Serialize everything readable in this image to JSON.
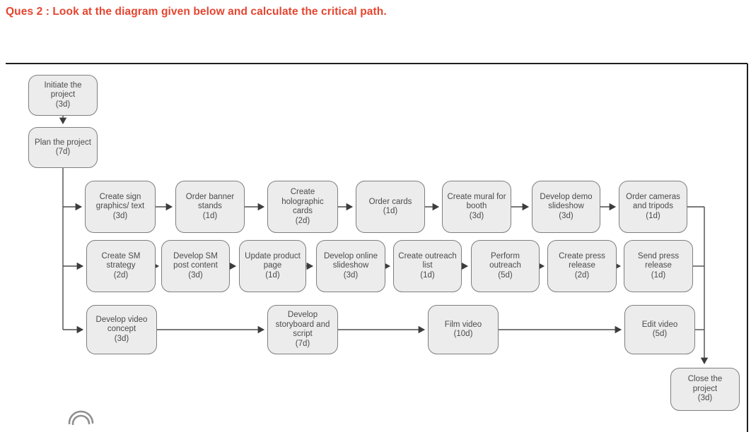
{
  "question": {
    "label": "Ques 2 : Look at the diagram given below and calculate the critical path."
  },
  "diagram": {
    "nodes": [
      {
        "label": "Initiate the project",
        "duration": "(3d)"
      },
      {
        "label": "Plan the project",
        "duration": "(7d)"
      },
      {
        "label": "Create sign graphics/ text",
        "duration": "(3d)"
      },
      {
        "label": "Order banner stands",
        "duration": "(1d)"
      },
      {
        "label": "Create holographic cards",
        "duration": "(2d)"
      },
      {
        "label": "Order cards",
        "duration": "(1d)"
      },
      {
        "label": "Create mural for booth",
        "duration": "(3d)"
      },
      {
        "label": "Develop demo slideshow",
        "duration": "(3d)"
      },
      {
        "label": "Order cameras and tripods",
        "duration": "(1d)"
      },
      {
        "label": "Create SM strategy",
        "duration": "(2d)"
      },
      {
        "label": "Develop SM post content",
        "duration": "(3d)"
      },
      {
        "label": "Update product page",
        "duration": "(1d)"
      },
      {
        "label": "Develop online slideshow",
        "duration": "(3d)"
      },
      {
        "label": "Create outreach list",
        "duration": "(1d)"
      },
      {
        "label": "Perform outreach",
        "duration": "(5d)"
      },
      {
        "label": "Create press release",
        "duration": "(2d)"
      },
      {
        "label": "Send press release",
        "duration": "(1d)"
      },
      {
        "label": "Develop video concept",
        "duration": "(3d)"
      },
      {
        "label": "Develop storyboard and script",
        "duration": "(7d)"
      },
      {
        "label": "Film video",
        "duration": "(10d)"
      },
      {
        "label": "Edit video",
        "duration": "(5d)"
      },
      {
        "label": "Close the project",
        "duration": "(3d)"
      }
    ]
  },
  "icons": {
    "watermark": "partial-circle-logo"
  },
  "colors": {
    "question_text": "#e5452f",
    "box_fill": "#ececec",
    "box_border": "#7e7e7e",
    "connector": "#4d4d4d",
    "frame": "#1f1f1f"
  }
}
